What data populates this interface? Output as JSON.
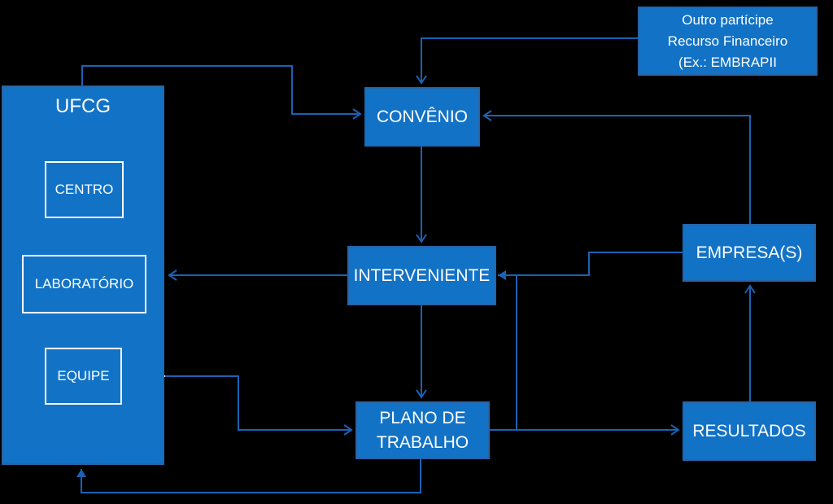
{
  "nodes": {
    "ufcg": {
      "label": "UFCG"
    },
    "centro": {
      "label": "CENTRO"
    },
    "laboratorio": {
      "label": "LABORATÓRIO"
    },
    "equipe": {
      "label": "EQUIPE"
    },
    "convenio": {
      "label": "CONVÊNIO"
    },
    "outro_participe": {
      "line1": "Outro partícipe",
      "line2": "Recurso Financeiro",
      "line3": "(Ex.: EMBRAPII"
    },
    "interveniente": {
      "label": "INTERVENIENTE"
    },
    "plano": {
      "line1": "PLANO DE",
      "line2": "TRABALHO"
    },
    "empresa": {
      "label": "EMPRESA(S)"
    },
    "resultados": {
      "label": "RESULTADOS"
    }
  },
  "colors": {
    "background": "#000000",
    "box_fill": "#1272C6",
    "box_border": "#2764A8",
    "connector": "#1B62B4",
    "inner_border_and_text": "#FFFFFF"
  }
}
